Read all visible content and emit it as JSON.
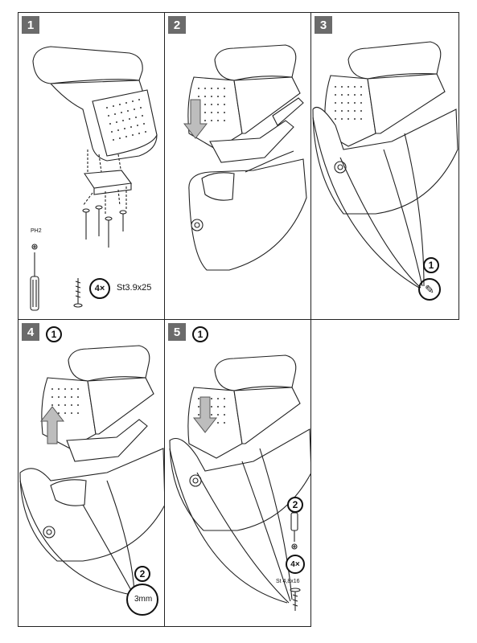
{
  "steps": [
    {
      "number": "1"
    },
    {
      "number": "2"
    },
    {
      "number": "3",
      "sub": "1"
    },
    {
      "number": "4",
      "sub1": "1",
      "sub2": "2",
      "gap": "3mm"
    },
    {
      "number": "5",
      "sub1": "1",
      "sub2": "2",
      "qty": "4×",
      "screw": "St 4,8x16"
    }
  ],
  "panel1": {
    "tool": "PH2",
    "qty": "4×",
    "screw": "St3.9x25"
  }
}
